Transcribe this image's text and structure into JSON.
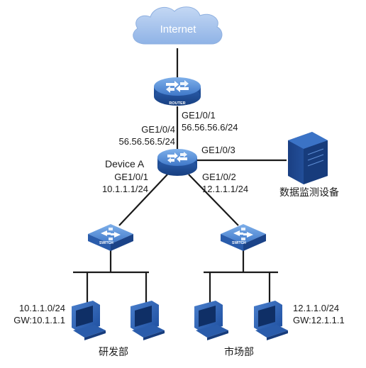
{
  "internet": {
    "label": "Internet"
  },
  "router": {
    "badge": "ROUTER"
  },
  "device_a": {
    "label": "Device A",
    "uplink_port": "GE1/0/4",
    "uplink_ip": "56.56.56.5/24",
    "monitor_port": "GE1/0/3",
    "rd_port": "GE1/0/1",
    "rd_ip": "10.1.1.1/24",
    "mkt_port": "GE1/0/2",
    "mkt_ip": "12.1.1.1/24"
  },
  "router_link": {
    "port": "GE1/0/1",
    "ip": "56.56.56.6/24"
  },
  "monitor_server": {
    "label": "数据监测设备"
  },
  "switch_left": {
    "badge": "SWITCH"
  },
  "switch_right": {
    "badge": "SWITCH"
  },
  "rd_dept": {
    "label": "研发部",
    "subnet": "10.1.1.0/24",
    "gateway": "GW:10.1.1.1"
  },
  "mkt_dept": {
    "label": "市场部",
    "subnet": "12.1.1.0/24",
    "gateway": "GW:12.1.1.1"
  },
  "colors": {
    "device_blue_top": "#5d93d8",
    "device_blue_dark": "#1f4f99",
    "cloud": "#a9c5ee",
    "server": "#1d4e9f",
    "link": "#1a1a1a"
  }
}
